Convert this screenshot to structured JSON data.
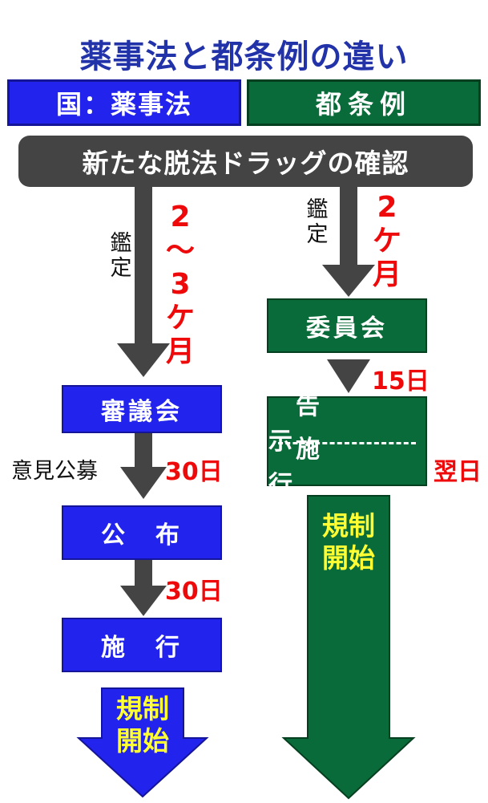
{
  "title": "薬事法と都条例の違い",
  "header": {
    "national": "国：薬事法",
    "metro": "都条例"
  },
  "confirmation": "新たな脱法ドラッグの確認",
  "national_flow": {
    "appraisal": [
      "鑑",
      "定"
    ],
    "appraisal_duration": [
      "2",
      "〜",
      "3",
      "ケ",
      "月"
    ],
    "council": "審議会",
    "public_comment": "意見公募",
    "comment_days": "30日",
    "promulgation": "公　布",
    "promulgation_days": "30日",
    "enforcement": "施　行",
    "regulation_start": [
      "規制",
      "開始"
    ]
  },
  "metro_flow": {
    "appraisal": [
      "鑑",
      "定"
    ],
    "appraisal_duration": [
      "2",
      "ケ",
      "月"
    ],
    "committee": "委員会",
    "committee_days": "15日",
    "notice": "告　示",
    "enforcement": "施　行",
    "next_day": "翌日",
    "regulation_start": [
      "規制",
      "開始"
    ]
  },
  "colors": {
    "national_blue": "#2323ee",
    "metro_green": "#0a6b3a",
    "confirm_gray": "#444444",
    "arrow_gray": "#444444",
    "duration_red": "#ee0a0a",
    "start_yellow": "#ffff33",
    "title_blue": "#2233aa"
  }
}
